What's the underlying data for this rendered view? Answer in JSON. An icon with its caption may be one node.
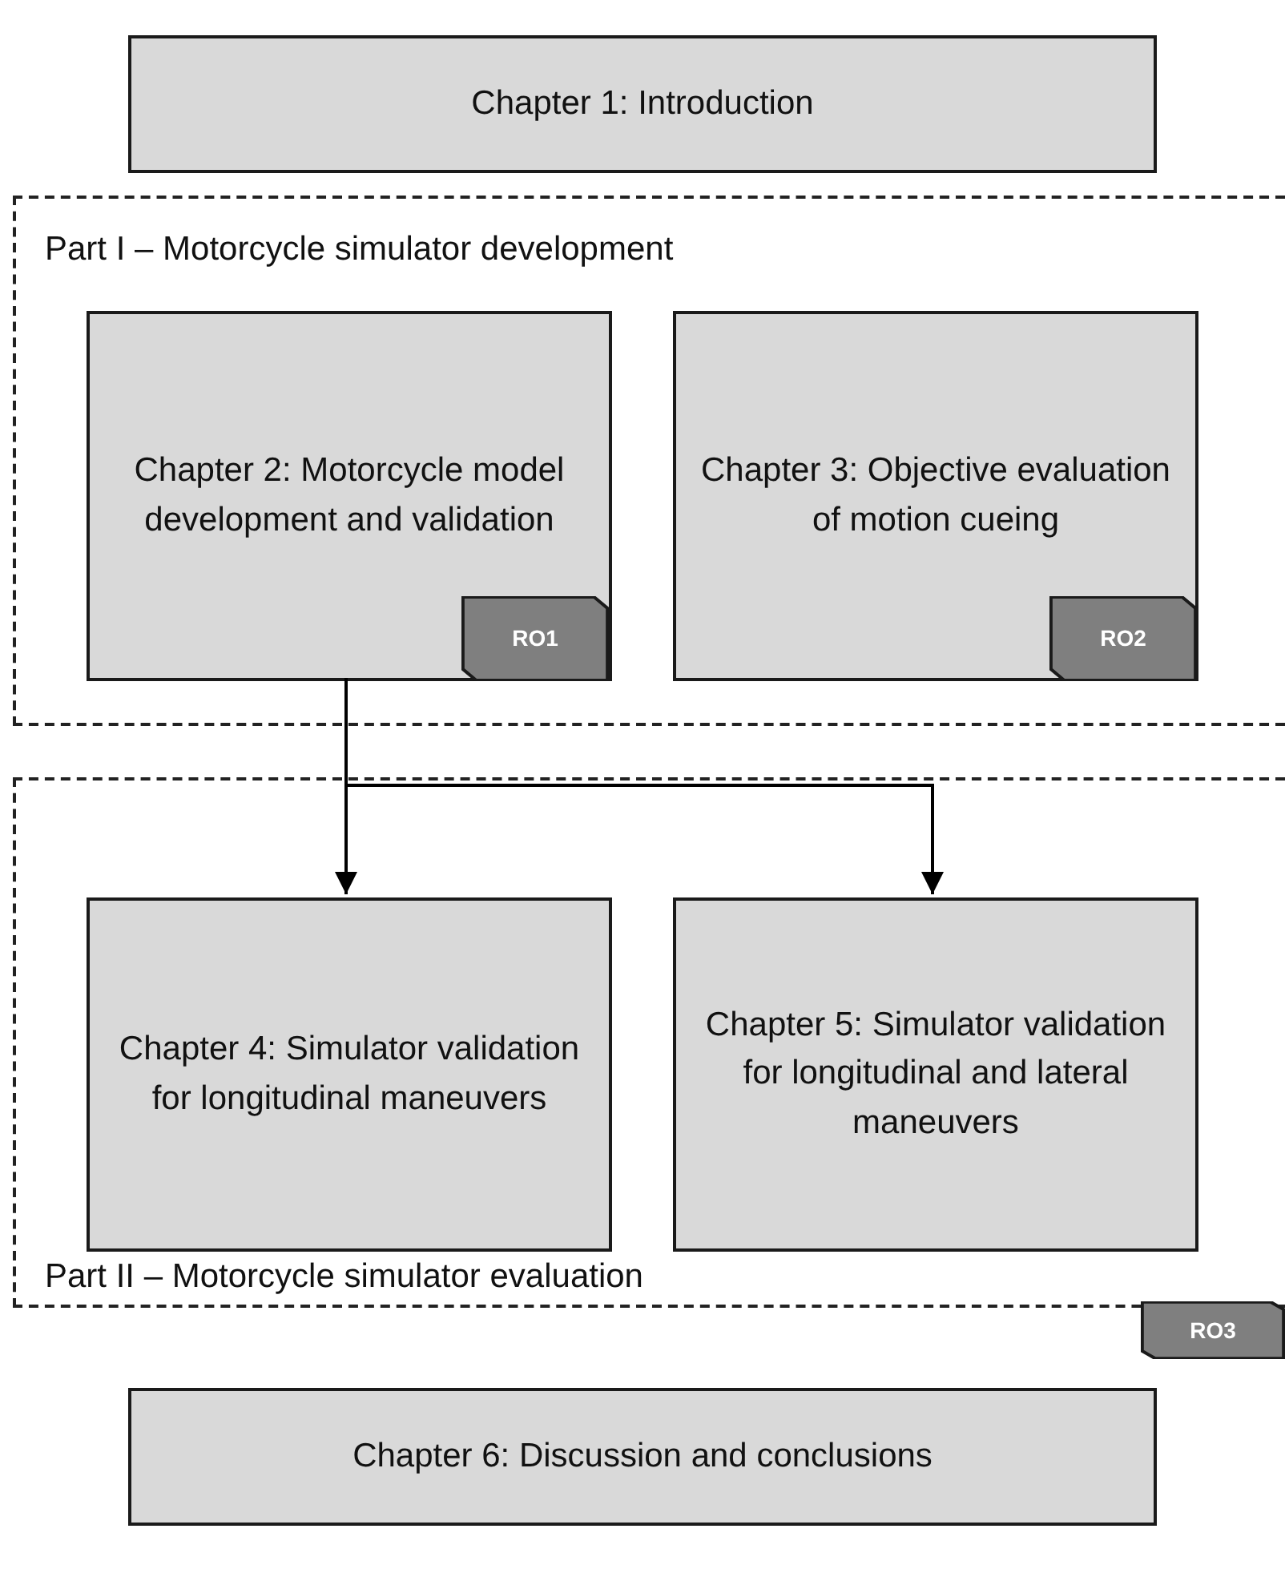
{
  "diagram": {
    "nodes": [
      {
        "text": [
          "Chapter 1: Introduction"
        ]
      },
      {
        "text": [
          "Part I – Motorcycle simulator development"
        ]
      },
      {
        "text": [
          "Chapter 2: Motorcycle model development and validation"
        ],
        "in": 1
      },
      {
        "text": [
          "RO1"
        ],
        "in": 2
      },
      {
        "text": [
          "Chapter 3: Objective evaluation of motion cueing"
        ],
        "in": 1
      },
      {
        "text": [
          "RO2"
        ],
        "in": 4
      },
      {
        "text": [
          "Part II – Motorcycle simulator evaluation"
        ]
      },
      {
        "text": [
          "Chapter 4: Simulator validation for longitudinal maneuvers"
        ],
        "in": 6
      },
      {
        "text": [
          "Chapter 5: Simulator validation for longitudinal and lateral maneuvers"
        ],
        "in": 6
      },
      {
        "text": [
          "RO3"
        ]
      },
      {
        "text": [
          "Chapter 6: Discussion and conclusions"
        ]
      }
    ],
    "edges": [
      {
        "from": 2,
        "to": 7,
        "arrow": "to"
      },
      {
        "from": 2,
        "to": 8,
        "arrow": "to"
      }
    ]
  }
}
